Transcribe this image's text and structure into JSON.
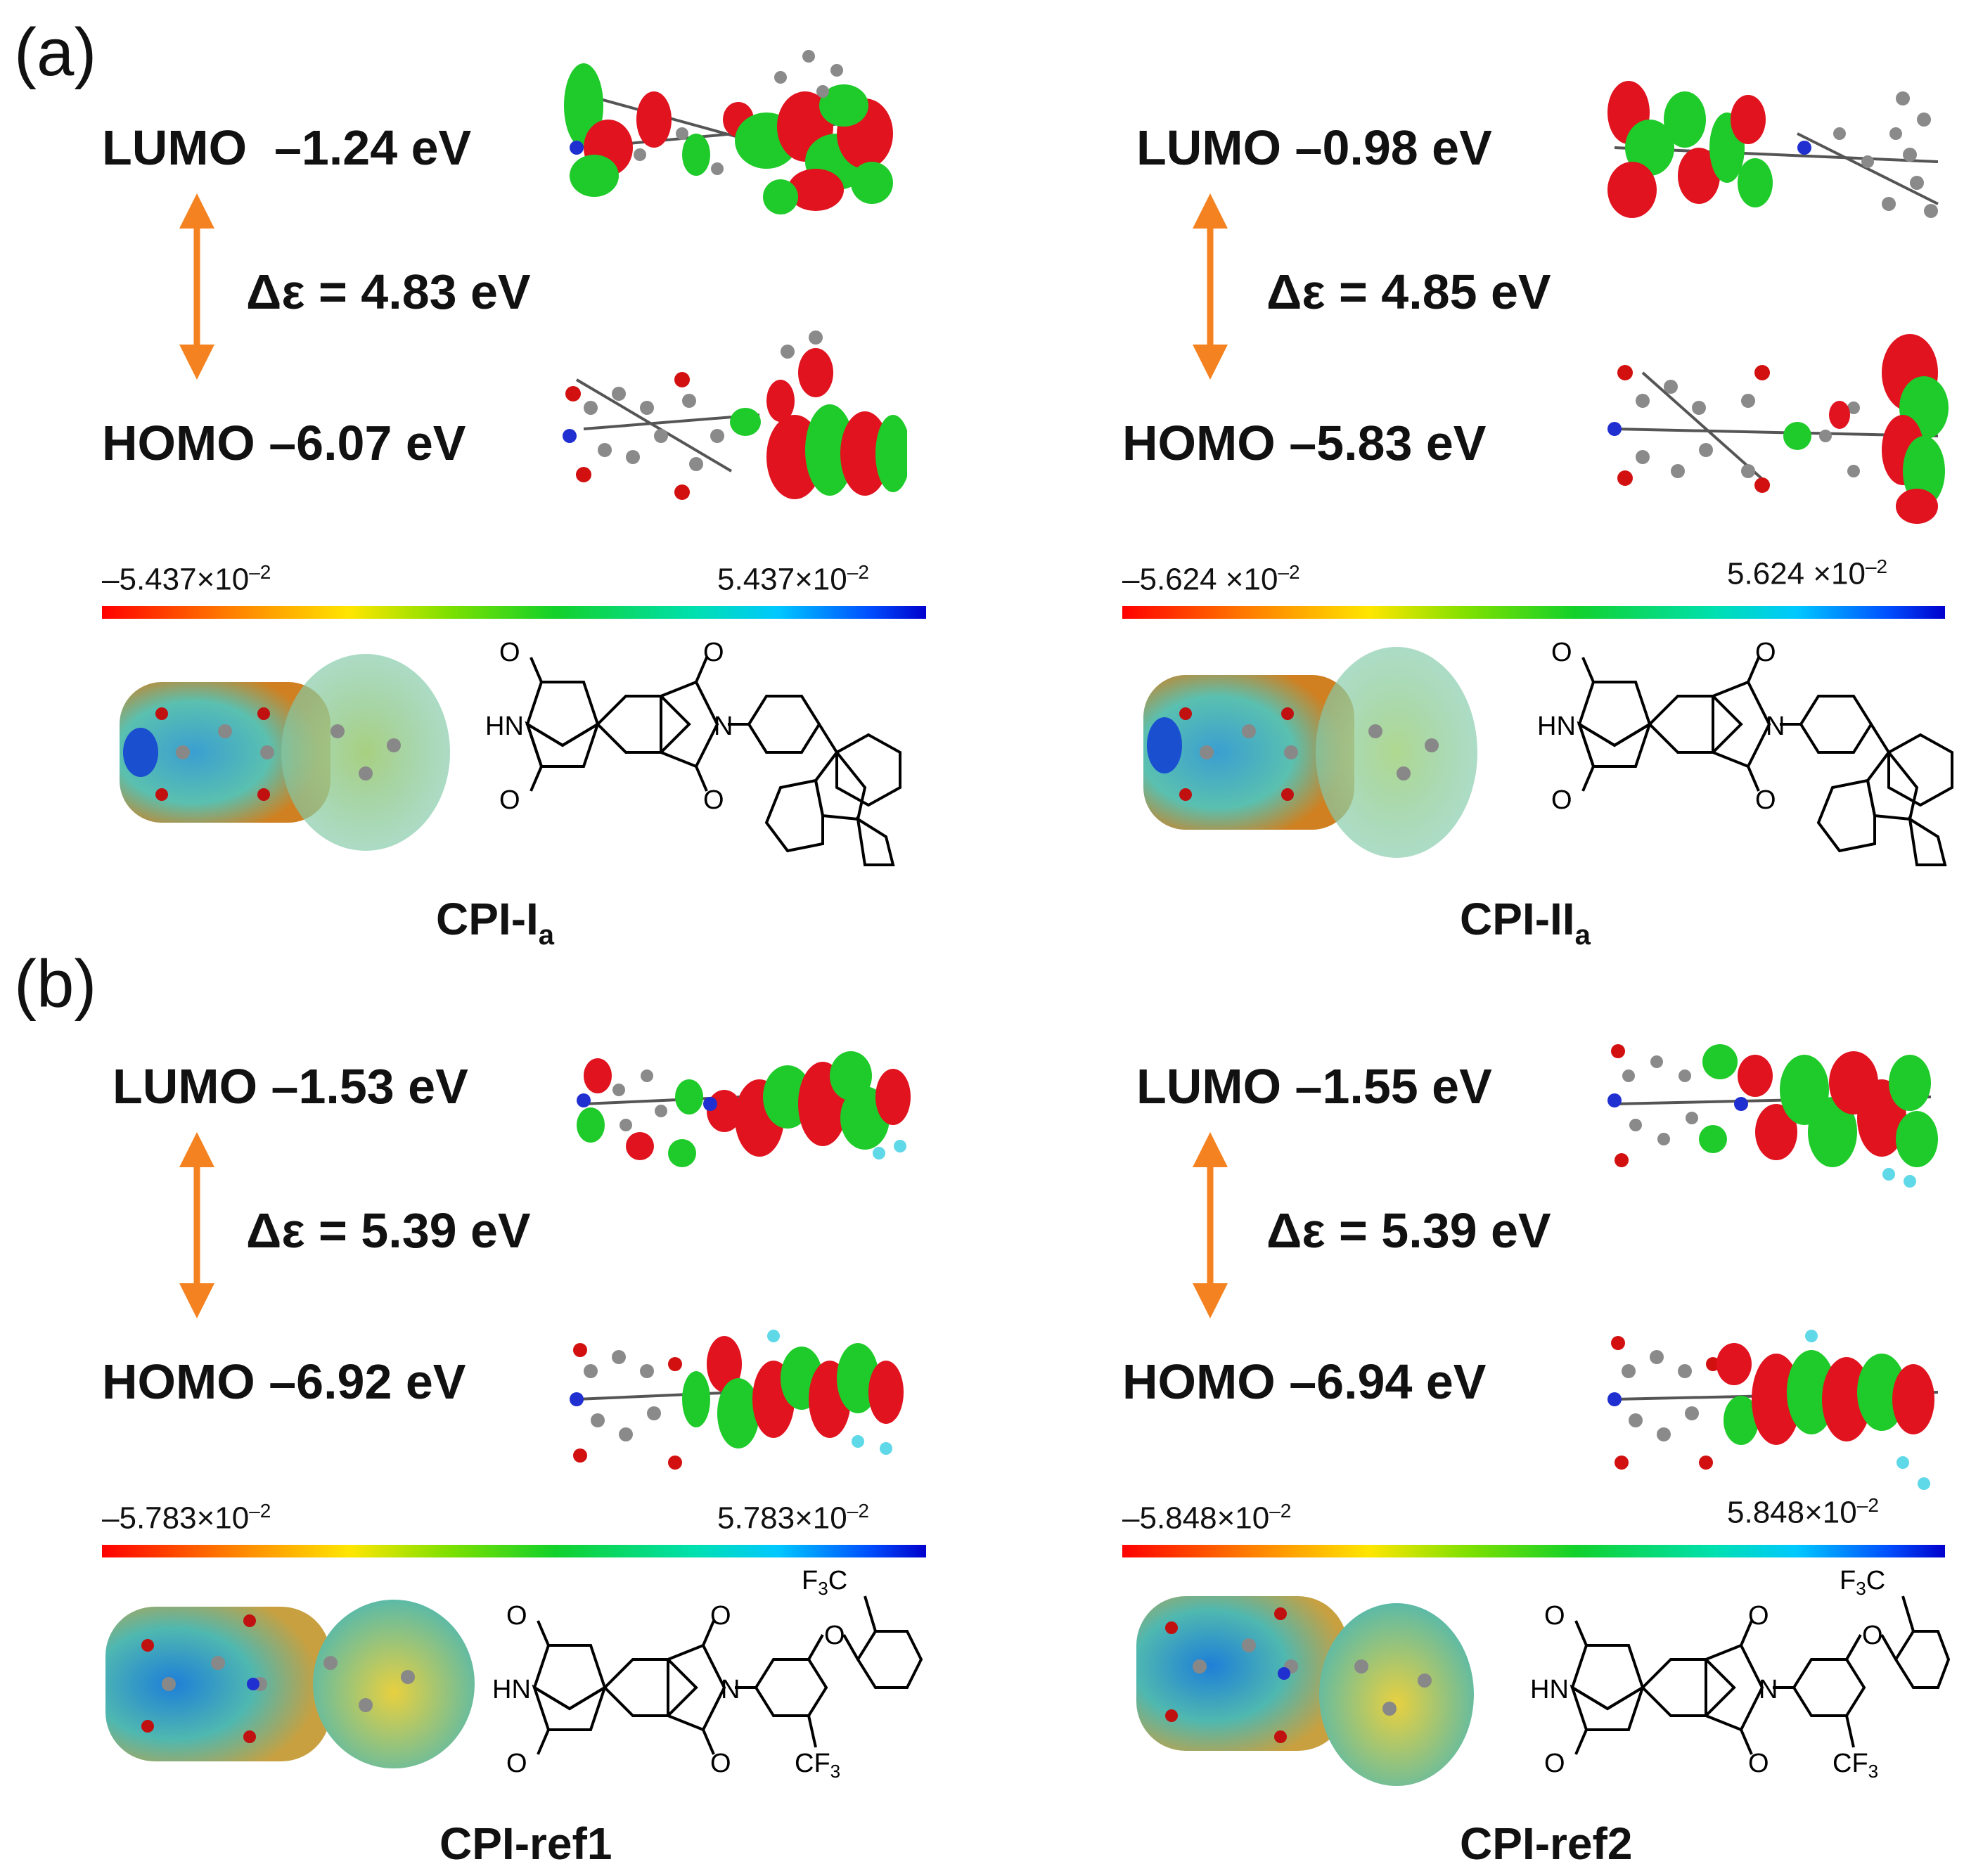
{
  "panels": [
    {
      "letter": "(a)",
      "columns": [
        {
          "lumo_label": "LUMO",
          "lumo_value": "–1.24 eV",
          "gap": "Δε = 4.83 eV",
          "homo_label": "HOMO",
          "homo_value": "–6.07 eV",
          "scale_min": "–5.437×10",
          "scale_max": "5.437×10",
          "scale_exp": "–2",
          "compound": "CPI-I",
          "compound_sub": "a",
          "structure": {
            "ring_left": "HN",
            "aryl": "fluorene"
          }
        },
        {
          "lumo_label": "LUMO",
          "lumo_value": "–0.98 eV",
          "gap": "Δε = 4.85 eV",
          "homo_label": "HOMO",
          "homo_value": "–5.83 eV",
          "scale_min": "–5.624 ×10",
          "scale_max": "5.624 ×10",
          "scale_exp": "–2",
          "compound": "CPI-II",
          "compound_sub": "a",
          "structure": {
            "ring_left": "HN",
            "aryl": "fluorene"
          }
        }
      ]
    },
    {
      "letter": "(b)",
      "columns": [
        {
          "lumo_label": "LUMO",
          "lumo_value": "–1.53 eV",
          "gap": "Δε = 5.39 eV",
          "homo_label": "HOMO",
          "homo_value": "–6.92 eV",
          "scale_min": "–5.783×10",
          "scale_max": "5.783×10",
          "scale_exp": "–2",
          "compound": "CPI-ref1",
          "compound_sub": "",
          "structure": {
            "ring_left": "HN",
            "aryl": "cf3"
          }
        },
        {
          "lumo_label": "LUMO",
          "lumo_value": "–1.55 eV",
          "gap": "Δε = 5.39 eV",
          "homo_label": "HOMO",
          "homo_value": "–6.94 eV",
          "scale_min": "–5.848×10",
          "scale_max": "5.848×10",
          "scale_exp": "–2",
          "compound": "CPI-ref2",
          "compound_sub": "",
          "structure": {
            "ring_left": "HN",
            "aryl": "cf3"
          }
        }
      ]
    }
  ],
  "chem": {
    "f3c": "F",
    "f3c_sub": "3",
    "f3c_tail": "C",
    "cf3_head": "CF",
    "cf3_sub": "3"
  },
  "colors": {
    "arrow": "#f58220",
    "lobe_red": "#e0131f",
    "lobe_green": "#1ecb2a",
    "atom_grey": "#8a8a8a",
    "atom_red": "#d21010",
    "atom_blue": "#2030d0",
    "atom_cyan": "#5fd8e8",
    "esp_blue": "#1e7fd8",
    "esp_teal": "#4fb8b0",
    "esp_yellow": "#e8d040",
    "esp_red": "#c85020"
  }
}
